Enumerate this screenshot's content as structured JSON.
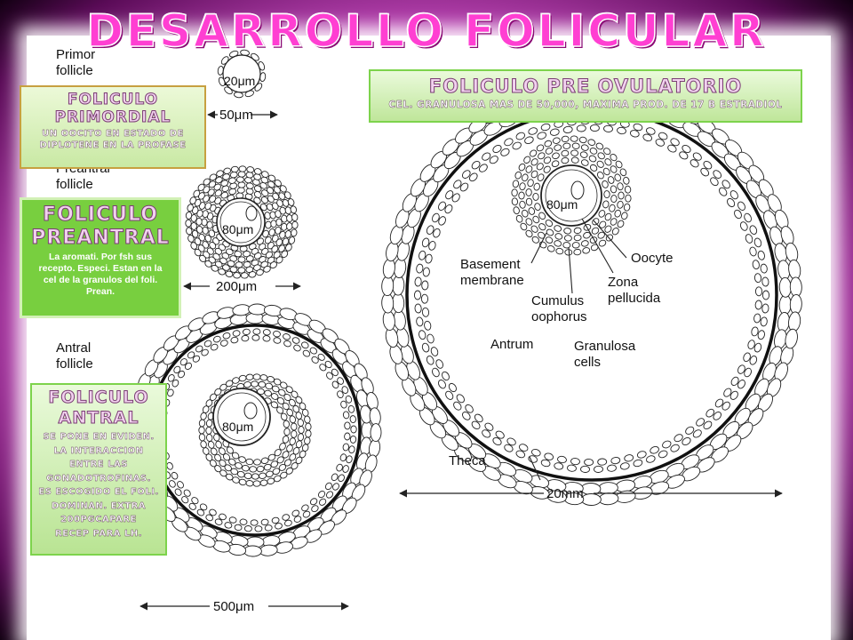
{
  "title": "DESARROLLO FOLICULAR",
  "figure_labels": {
    "primordial_line1": "Primor",
    "primordial_line2": "follicle",
    "preantral_line1": "Preantral",
    "preantral_line2": "follicle",
    "antral_line1": "Antral",
    "antral_line2": "follicle",
    "size_20um": "20μm",
    "size_50um": "50μm",
    "size_80um_a": "80μm",
    "size_80um_b": "80μm",
    "size_80um_c": "80μm",
    "size_200um": "200μm",
    "size_500um": "500μm",
    "size_20mm": "20mm",
    "basement_line1": "Basement",
    "basement_line2": "membrane",
    "oocyte": "Oocyte",
    "zona_line1": "Zona",
    "zona_line2": "pellucida",
    "cumulus_line1": "Cumulus",
    "cumulus_line2": "oophorus",
    "antrum": "Antrum",
    "granulosa_line1": "Granulosa",
    "granulosa_line2": "cells",
    "theca": "Theca"
  },
  "boxes": {
    "primordial": {
      "title_line1": "Foliculo",
      "title_line2": "Primordial",
      "desc_line1": "Un oocito en estado de",
      "desc_line2": "diplotene en la profase"
    },
    "preantral": {
      "title_line1": "Foliculo",
      "title_line2": "Preantral",
      "desc_line1": "La aromati. Por fsh sus",
      "desc_line2": "recepto. Especi. Estan en la",
      "desc_line3": "cel de la granulos  del foli.",
      "desc_line4": "Prean."
    },
    "antral": {
      "title_line1": "Foliculo",
      "title_line2": "Antral",
      "desc_line1": "Se pone en eviden.",
      "desc_line2": "la interaccion",
      "desc_line3": "entre las",
      "desc_line4": "gonadotrofinas.",
      "desc_line5": "Es escogido el foli.",
      "desc_line6": "dominan. Extra",
      "desc_line7": "200pgcapare",
      "desc_line8": "recep para LH."
    },
    "preovulatorio": {
      "title": "Foliculo pre ovulatorio",
      "desc": "Cel. Granulosa mas de 50,000, maxima prod. De  17 b estradiol"
    }
  },
  "colors": {
    "title": "#ff3fd2",
    "frame": "#c94bc1",
    "preantral_box": "#78cf3f",
    "box_border_green": "#7dd34c",
    "box_border_gold": "#c7a040"
  }
}
